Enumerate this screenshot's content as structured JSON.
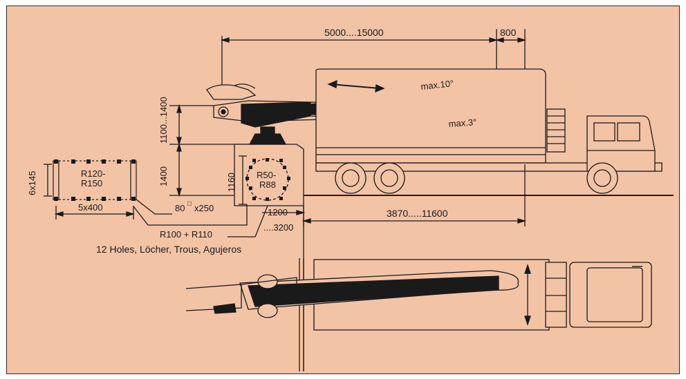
{
  "colors": {
    "background": "#f3c3a6",
    "ink": "#1a1a1a",
    "frame": "#2a2a2a"
  },
  "dimensions": {
    "top_length": "5000....15000",
    "top_overhang": "800",
    "height_upper": "1100...1400",
    "height_lower": "1400",
    "base_height": "1160",
    "base_radius": "R50-",
    "base_radius_2": "R88",
    "bolt_radius": "R120-",
    "bolt_radius_2": "R150",
    "bolt_width": "6x145",
    "bolt_length": "5x400",
    "bolt_section": "80",
    "bolt_section_len": "x250",
    "small_offset": "1200",
    "min_offset": "....3200",
    "length_range": "3870.....11600",
    "pcd_radius": "R100 + R110",
    "holes_note": "12 Holes, Löcher, Trous, Agujeros"
  },
  "angles": {
    "upper": "max.10°",
    "lower": "max.3°"
  },
  "icons": {
    "move_arrow": "double-arrow-icon",
    "width_arrow": "double-arrow-vertical-icon"
  }
}
